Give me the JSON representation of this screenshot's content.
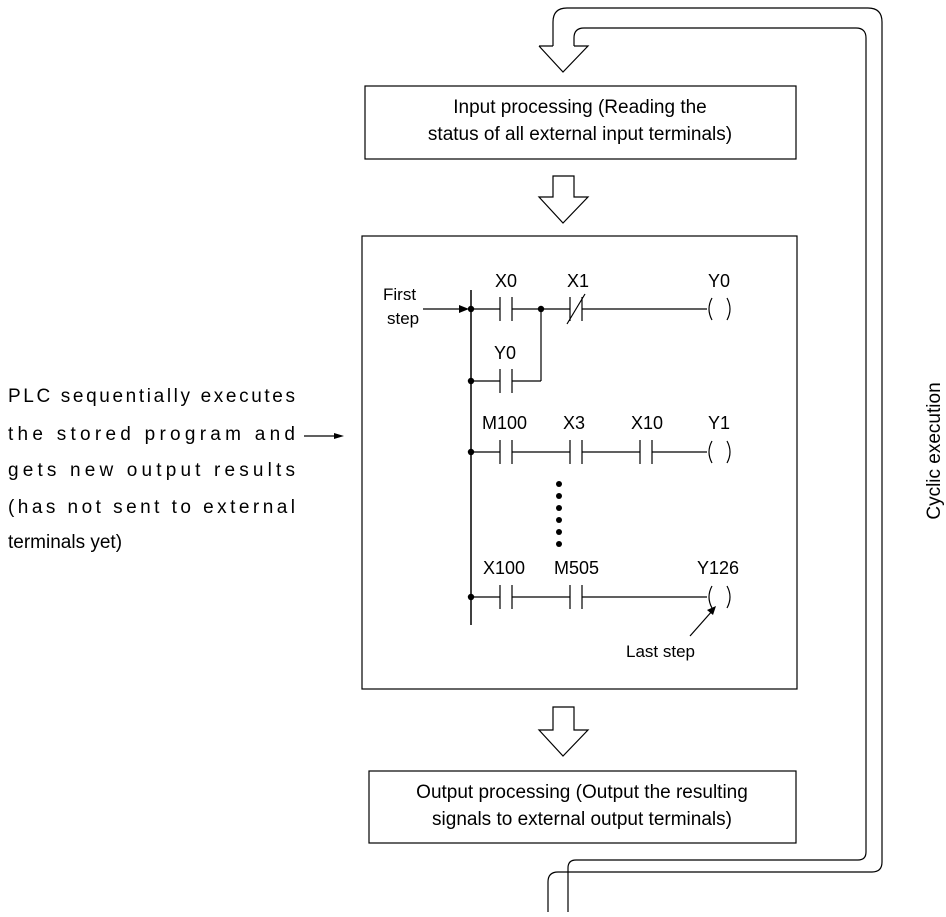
{
  "input_box": {
    "line1": "Input processing (Reading the",
    "line2": "status of all external input terminals)"
  },
  "output_box": {
    "line1": "Output processing (Output the resulting",
    "line2": "signals to external output terminals)"
  },
  "side_label": {
    "lines": [
      "PLC sequentially executes",
      "the stored program and",
      "gets new output results",
      "(has not sent to external",
      "terminals yet)"
    ]
  },
  "loop_label": "Cyclic execution",
  "ladder": {
    "first_step": [
      "First",
      "step"
    ],
    "last_step": "Last step",
    "rung1": {
      "contact1": "X0",
      "contact2": "X1",
      "coil": "Y0",
      "branch_contact": "Y0"
    },
    "rung2": {
      "contact1": "M100",
      "contact2": "X3",
      "contact3": "X10",
      "coil": "Y1"
    },
    "rung3": {
      "contact1": "X100",
      "contact2": "M505",
      "coil": "Y126"
    }
  },
  "colors": {
    "line": "#000000",
    "background": "#ffffff"
  }
}
